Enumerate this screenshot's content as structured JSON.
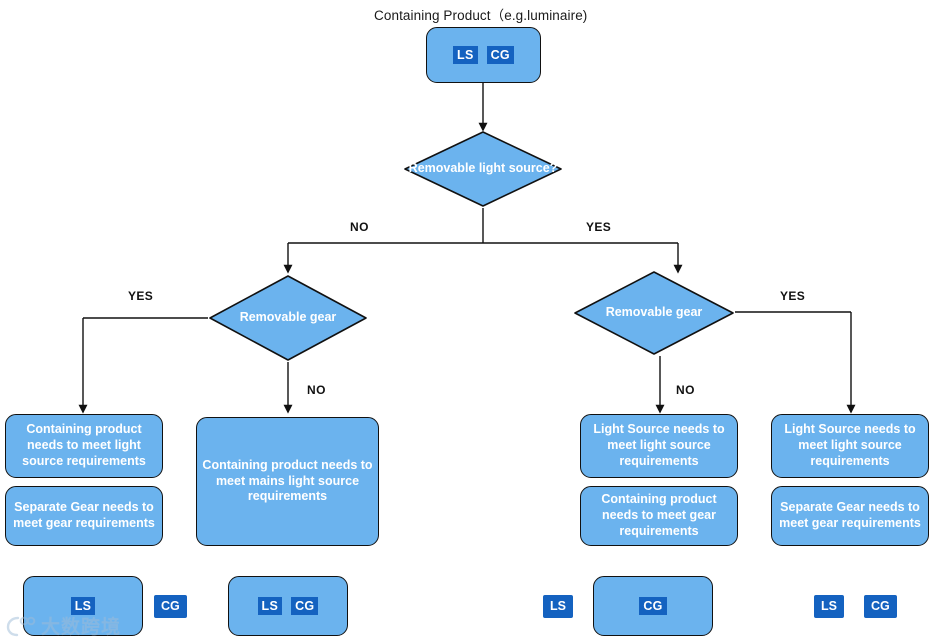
{
  "diagram": {
    "title": "Containing Product（e.g.luminaire)",
    "colors": {
      "node_fill": "#6BB3EE",
      "node_stroke": "#111111",
      "badge_fill": "#1462C0",
      "text": "#ffffff",
      "label_text": "#111111"
    },
    "root": {
      "badges": [
        "LS",
        "CG"
      ]
    },
    "decisions": [
      {
        "id": "removable-light-source",
        "label": "Removable light source?"
      },
      {
        "id": "removable-gear-left",
        "label": "Removable gear"
      },
      {
        "id": "removable-gear-right",
        "label": "Removable gear"
      }
    ],
    "edge_labels": {
      "root_no": "NO",
      "root_yes": "YES",
      "left_yes": "YES",
      "left_no": "NO",
      "right_no": "NO",
      "right_yes": "YES"
    },
    "outcomes": [
      {
        "id": "outcome-1a",
        "text": "Containing product needs to meet light source requirements"
      },
      {
        "id": "outcome-1b",
        "text": "Separate Gear needs to meet gear requirements"
      },
      {
        "id": "outcome-2",
        "text": "Containing product needs to meet mains light source requirements"
      },
      {
        "id": "outcome-3a",
        "text": "Light Source needs to meet light source requirements"
      },
      {
        "id": "outcome-3b",
        "text": "Containing product needs to meet gear requirements"
      },
      {
        "id": "outcome-4a",
        "text": "Light Source needs to meet light source requirements"
      },
      {
        "id": "outcome-4b",
        "text": "Separate Gear needs to meet gear requirements"
      }
    ],
    "legend": [
      {
        "id": "legend-1",
        "box_badges": [
          "LS"
        ],
        "outside_badges": [
          "CG"
        ]
      },
      {
        "id": "legend-2",
        "box_badges": [
          "LS",
          "CG"
        ],
        "outside_badges": []
      },
      {
        "id": "legend-3",
        "box_badges": [
          "CG"
        ],
        "outside_badges": [
          "LS"
        ]
      },
      {
        "id": "legend-4",
        "box_badges": [],
        "outside_badges": [
          "LS",
          "CG"
        ]
      }
    ],
    "legend_labels": {
      "ls": "LS",
      "cg": "CG"
    },
    "watermark": "大数跨境"
  }
}
